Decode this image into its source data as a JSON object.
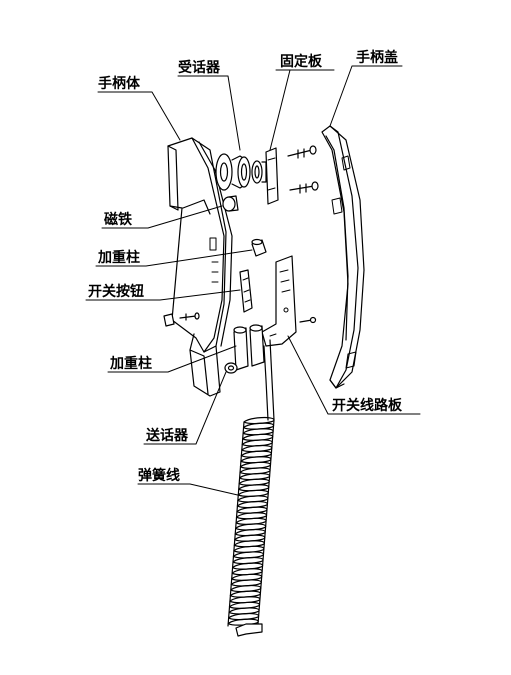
{
  "labels": {
    "handle_body": "手柄体",
    "receiver": "受话器",
    "fixing_plate": "固定板",
    "handle_cover": "手柄盖",
    "magnet": "磁铁",
    "weight_post_1": "加重柱",
    "switch_button": "开关按钮",
    "weight_post_2": "加重柱",
    "switch_circuit_board": "开关线路板",
    "transmitter": "送话器",
    "coiled_cord": "弹簧线"
  }
}
